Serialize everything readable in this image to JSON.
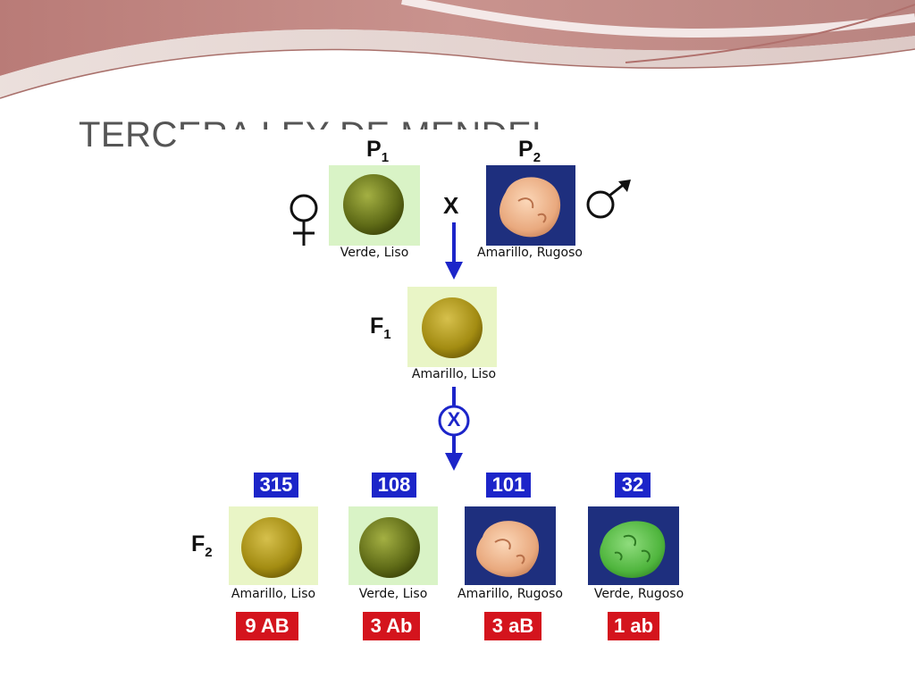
{
  "slide": {
    "title": "TERCERA LEY DE MENDEL"
  },
  "diagram": {
    "parents": {
      "p1": {
        "label": "P",
        "sub": "1",
        "caption": "Verde, Liso",
        "symbol": "female-symbol-icon"
      },
      "p2": {
        "label": "P",
        "sub": "2",
        "caption": "Amarillo, Rugoso",
        "symbol": "male-symbol-icon"
      },
      "cross": "X"
    },
    "f1": {
      "label": "F",
      "sub": "1",
      "caption": "Amarillo, Liso"
    },
    "self_cross_symbol": "X",
    "f2": {
      "label": "F",
      "sub": "2",
      "offspring": [
        {
          "count": "315",
          "caption": "Amarillo, Liso",
          "ratio": "9 AB"
        },
        {
          "count": "108",
          "caption": "Verde, Liso",
          "ratio": "3 Ab"
        },
        {
          "count": "101",
          "caption": "Amarillo, Rugoso",
          "ratio": "3 aB"
        },
        {
          "count": "32",
          "caption": "Verde, Rugoso",
          "ratio": "1 ab"
        }
      ]
    }
  },
  "colors": {
    "count_bg": "#1c25c9",
    "ratio_bg": "#d4141d",
    "arrow": "#1c25c9",
    "light_tile": "#d9f3c6",
    "dark_tile": "#1e2f7e"
  }
}
